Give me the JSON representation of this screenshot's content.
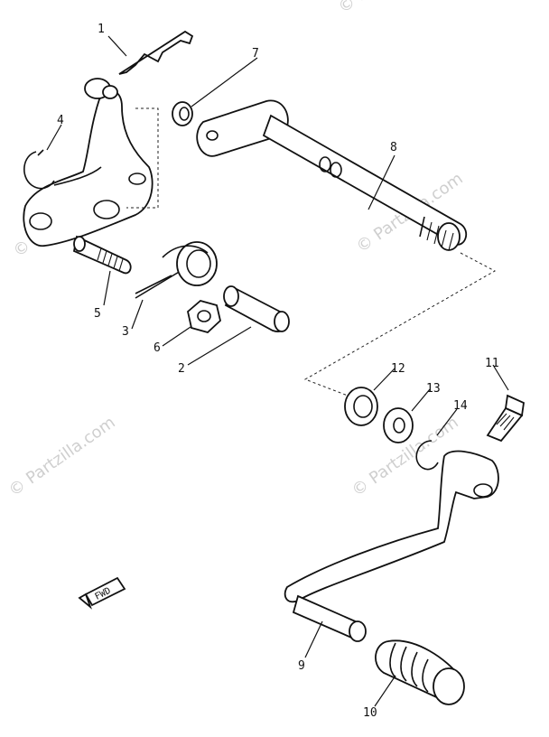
{
  "watermark": {
    "text": "© Partzilla.com",
    "color": "#cfcfcf"
  },
  "callouts": [
    "1",
    "2",
    "3",
    "4",
    "5",
    "6",
    "7",
    "8",
    "9",
    "10",
    "11",
    "12",
    "13",
    "14"
  ],
  "fwd_label": "FWD",
  "colors": {
    "ink": "#111111",
    "paper": "#ffffff"
  }
}
